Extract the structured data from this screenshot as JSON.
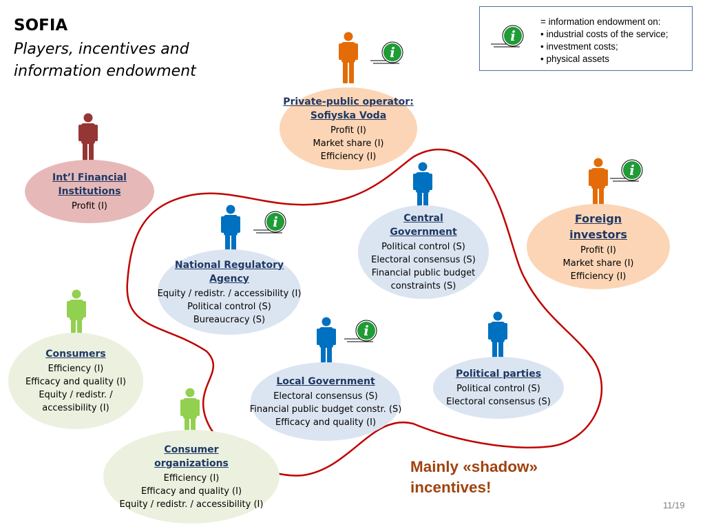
{
  "title": "SOFIA",
  "subtitle": "Players, incentives and information endowment",
  "legend": {
    "line1": "= information endowment on:",
    "line2": "• industrial costs of the service;",
    "line3": "• investment costs;",
    "line4": "• physical assets",
    "icon": "info-icon"
  },
  "players": {
    "private_operator": {
      "name1": "Private-public operator:",
      "name2": "Sofiyska Voda",
      "items": [
        "Profit (I)",
        "Market share (I)",
        "Efficiency (I)"
      ],
      "color": "#fbd5b5",
      "figure_color": "#e36c09"
    },
    "ifi": {
      "name1": "Int’l Financial",
      "name2": "Institutions",
      "items": [
        "Profit (I)"
      ],
      "color": "#e6b9b8",
      "figure_color": "#943634"
    },
    "foreign": {
      "name1": "Foreign",
      "name2": "investors",
      "items": [
        "Profit (I)",
        "Market share (I)",
        "Efficiency (I)"
      ],
      "color": "#fbd5b5",
      "figure_color": "#e36c09"
    },
    "central": {
      "name1": "Central",
      "name2": "Government",
      "items": [
        "Political control (S)",
        "Electoral consensus (S)",
        "Financial public budget",
        "constraints (S)"
      ],
      "color": "#dbe5f1",
      "figure_color": "#0070c0"
    },
    "nra": {
      "name1": "National Regulatory",
      "name2": "Agency",
      "items": [
        "Equity / redistr. / accessibility (I)",
        "Political control (S)",
        "Bureaucracy (S)"
      ],
      "color": "#dbe5f1",
      "figure_color": "#0070c0"
    },
    "consumers": {
      "name1": "Consumers",
      "items": [
        "Efficiency (I)",
        "Efficacy and quality (I)",
        "Equity / redistr. /",
        "accessibility (I)"
      ],
      "color": "#ebf1de",
      "figure_color": "#92d050"
    },
    "local": {
      "name1": "Local Government",
      "items": [
        "Electoral consensus (S)",
        "Financial public budget constr. (S)",
        "Efficacy and quality (I)"
      ],
      "color": "#dbe5f1",
      "figure_color": "#0070c0"
    },
    "parties": {
      "name1": "Political parties",
      "items": [
        "Political control (S)",
        "Electoral consensus (S)"
      ],
      "color": "#dbe5f1",
      "figure_color": "#0070c0"
    },
    "consumer_orgs": {
      "name1": "Consumer",
      "name2": "organizations",
      "items": [
        "Efficiency (I)",
        "Efficacy and quality (I)",
        "Equity / redistr. / accessibility (I)"
      ],
      "color": "#ebf1de",
      "figure_color": "#92d050"
    }
  },
  "shadow_note": {
    "line1": "Mainly «shadow»",
    "line2": "incentives!"
  },
  "page_number": "11/19",
  "colors": {
    "contour": "#c00000",
    "icon_green": "#1e9c35",
    "name_blue": "#1f3864",
    "shadow_text": "#a0420e"
  }
}
